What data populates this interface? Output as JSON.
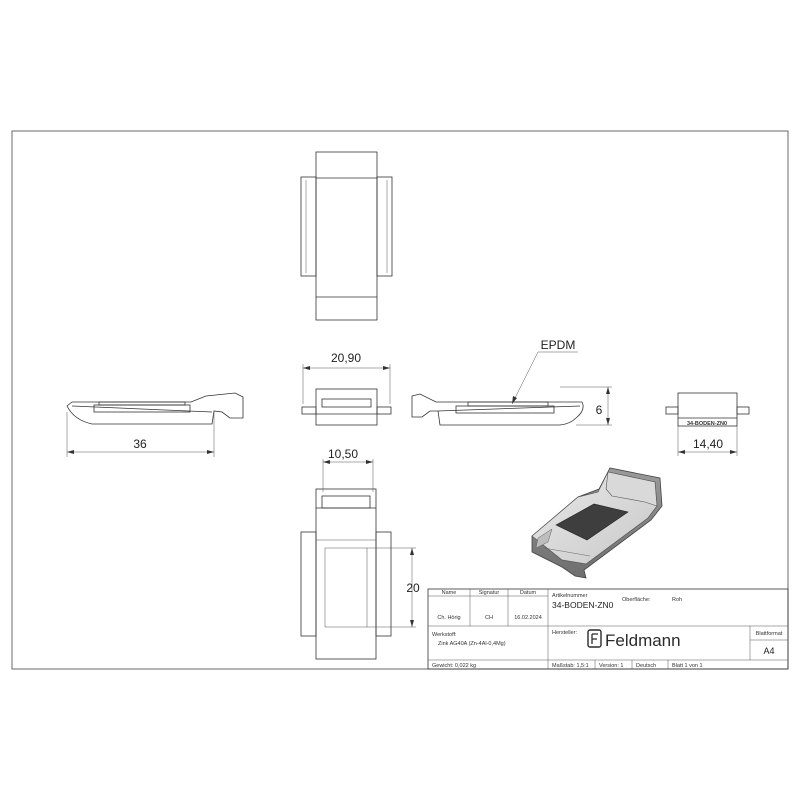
{
  "dimensions": {
    "side_length": "36",
    "front_width": "20,90",
    "seal_label": "EPDM",
    "height": "6",
    "end_width": "14,40",
    "end_part_label": "34-BODEN-ZN0",
    "bottom_width": "10,50",
    "bottom_height": "20"
  },
  "title_block": {
    "headers": {
      "name": "Name",
      "signature": "Signatur",
      "date": "Datum",
      "article_number": "Artikelnummer",
      "surface": "Oberfläche:"
    },
    "row": {
      "name": "Ch. Hörig",
      "signature": "CH",
      "date": "16.02.2024"
    },
    "surface_value": "Roh",
    "article_number": "34-BODEN-ZN0",
    "material_label": "Werkstoff:",
    "material_value": "Zink AG40A (Zn-4Al-0,4Mg)",
    "manufacturer_label": "Hersteller:",
    "weight": "Gewicht: 0,022 kg",
    "scale": "Maßstab: 1,5:1",
    "version": "Version: 1",
    "language": "Deutsch",
    "sheet": "Blatt 1 von 1",
    "format_label": "Blattformat",
    "format_value": "A4",
    "logo_text": "Feldmann"
  }
}
